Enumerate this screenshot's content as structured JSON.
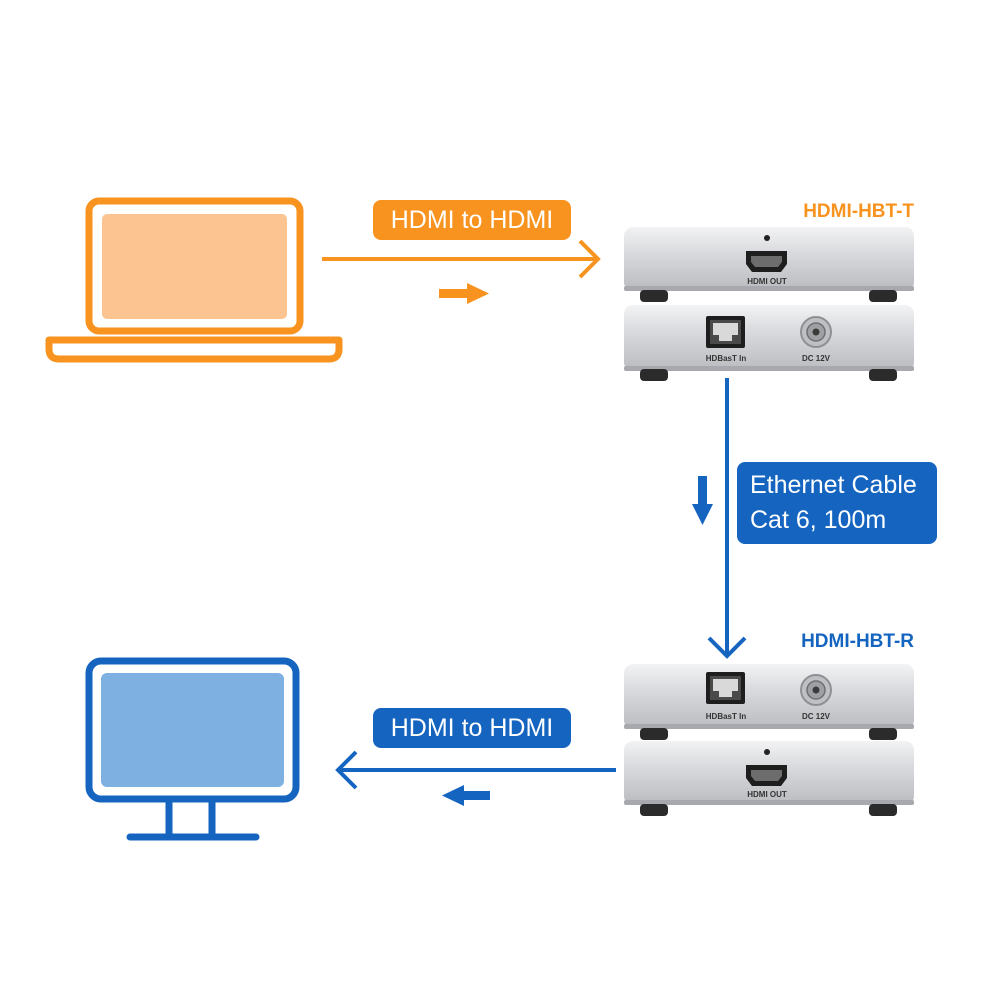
{
  "links": {
    "hdmi_in_label": "HDMI to HDMI",
    "ethernet_label_line1": "Ethernet Cable",
    "ethernet_label_line2": "Cat 6, 100m",
    "hdmi_out_label": "HDMI to HDMI"
  },
  "transmitter": {
    "name": "HDMI-HBT-T",
    "front_port": "HDMI OUT",
    "rear_port_1": "HDBasT In",
    "rear_port_2": "DC 12V"
  },
  "receiver": {
    "name": "HDMI-HBT-R",
    "front_port_1": "HDBasT In",
    "front_port_2": "DC 12V",
    "rear_port": "HDMI OUT"
  },
  "colors": {
    "orange": "#f7931e",
    "orange_light": "#fbc490",
    "blue": "#1565c0",
    "blue_light": "#7fb0e2",
    "device_grey": "#cfd0d3"
  },
  "icons": {
    "source": "laptop-icon",
    "display": "monitor-icon"
  }
}
